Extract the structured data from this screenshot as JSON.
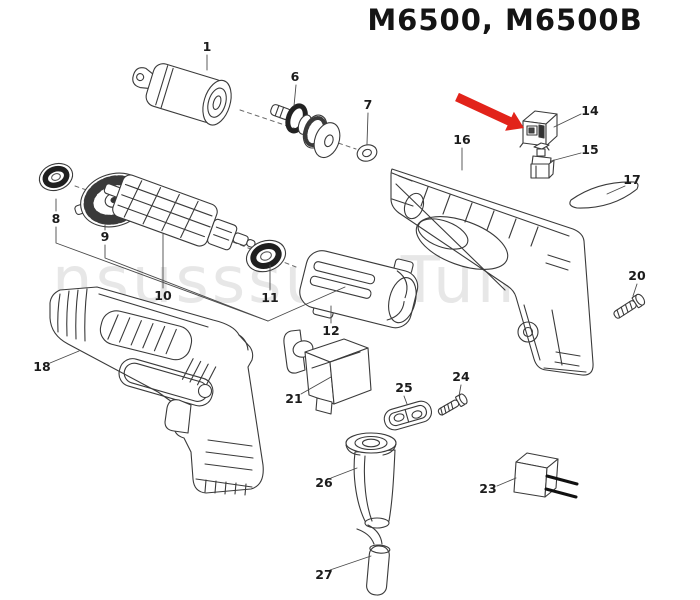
{
  "title": "M6500, M6500B",
  "watermark": "nsusssussTuin",
  "colors": {
    "arrow": "#e2231a",
    "line": "#3a3a3a",
    "label": "#1c1c1c",
    "watermark": "#e7e7e7",
    "background": "#ffffff"
  },
  "highlight": {
    "target_part": "14"
  },
  "parts": [
    {
      "number": "1",
      "name": "drill chuck"
    },
    {
      "number": "6",
      "name": "spindle gear assembly"
    },
    {
      "number": "7",
      "name": "spacer ring"
    },
    {
      "number": "8",
      "name": "front ball bearing"
    },
    {
      "number": "9",
      "name": "fan"
    },
    {
      "number": "10",
      "name": "armature"
    },
    {
      "number": "11",
      "name": "rear ball bearing"
    },
    {
      "number": "12",
      "name": "field stator"
    },
    {
      "number": "14",
      "name": "brush holder cap"
    },
    {
      "number": "15",
      "name": "carbon brush"
    },
    {
      "number": "16",
      "name": "housing right half"
    },
    {
      "number": "17",
      "name": "name plate"
    },
    {
      "number": "18",
      "name": "housing left half"
    },
    {
      "number": "20",
      "name": "tapping screw"
    },
    {
      "number": "21",
      "name": "trigger switch"
    },
    {
      "number": "23",
      "name": "capacitor"
    },
    {
      "number": "24",
      "name": "tapping screw"
    },
    {
      "number": "25",
      "name": "cord clamp"
    },
    {
      "number": "26",
      "name": "cord guard"
    },
    {
      "number": "27",
      "name": "power supply cord"
    }
  ]
}
